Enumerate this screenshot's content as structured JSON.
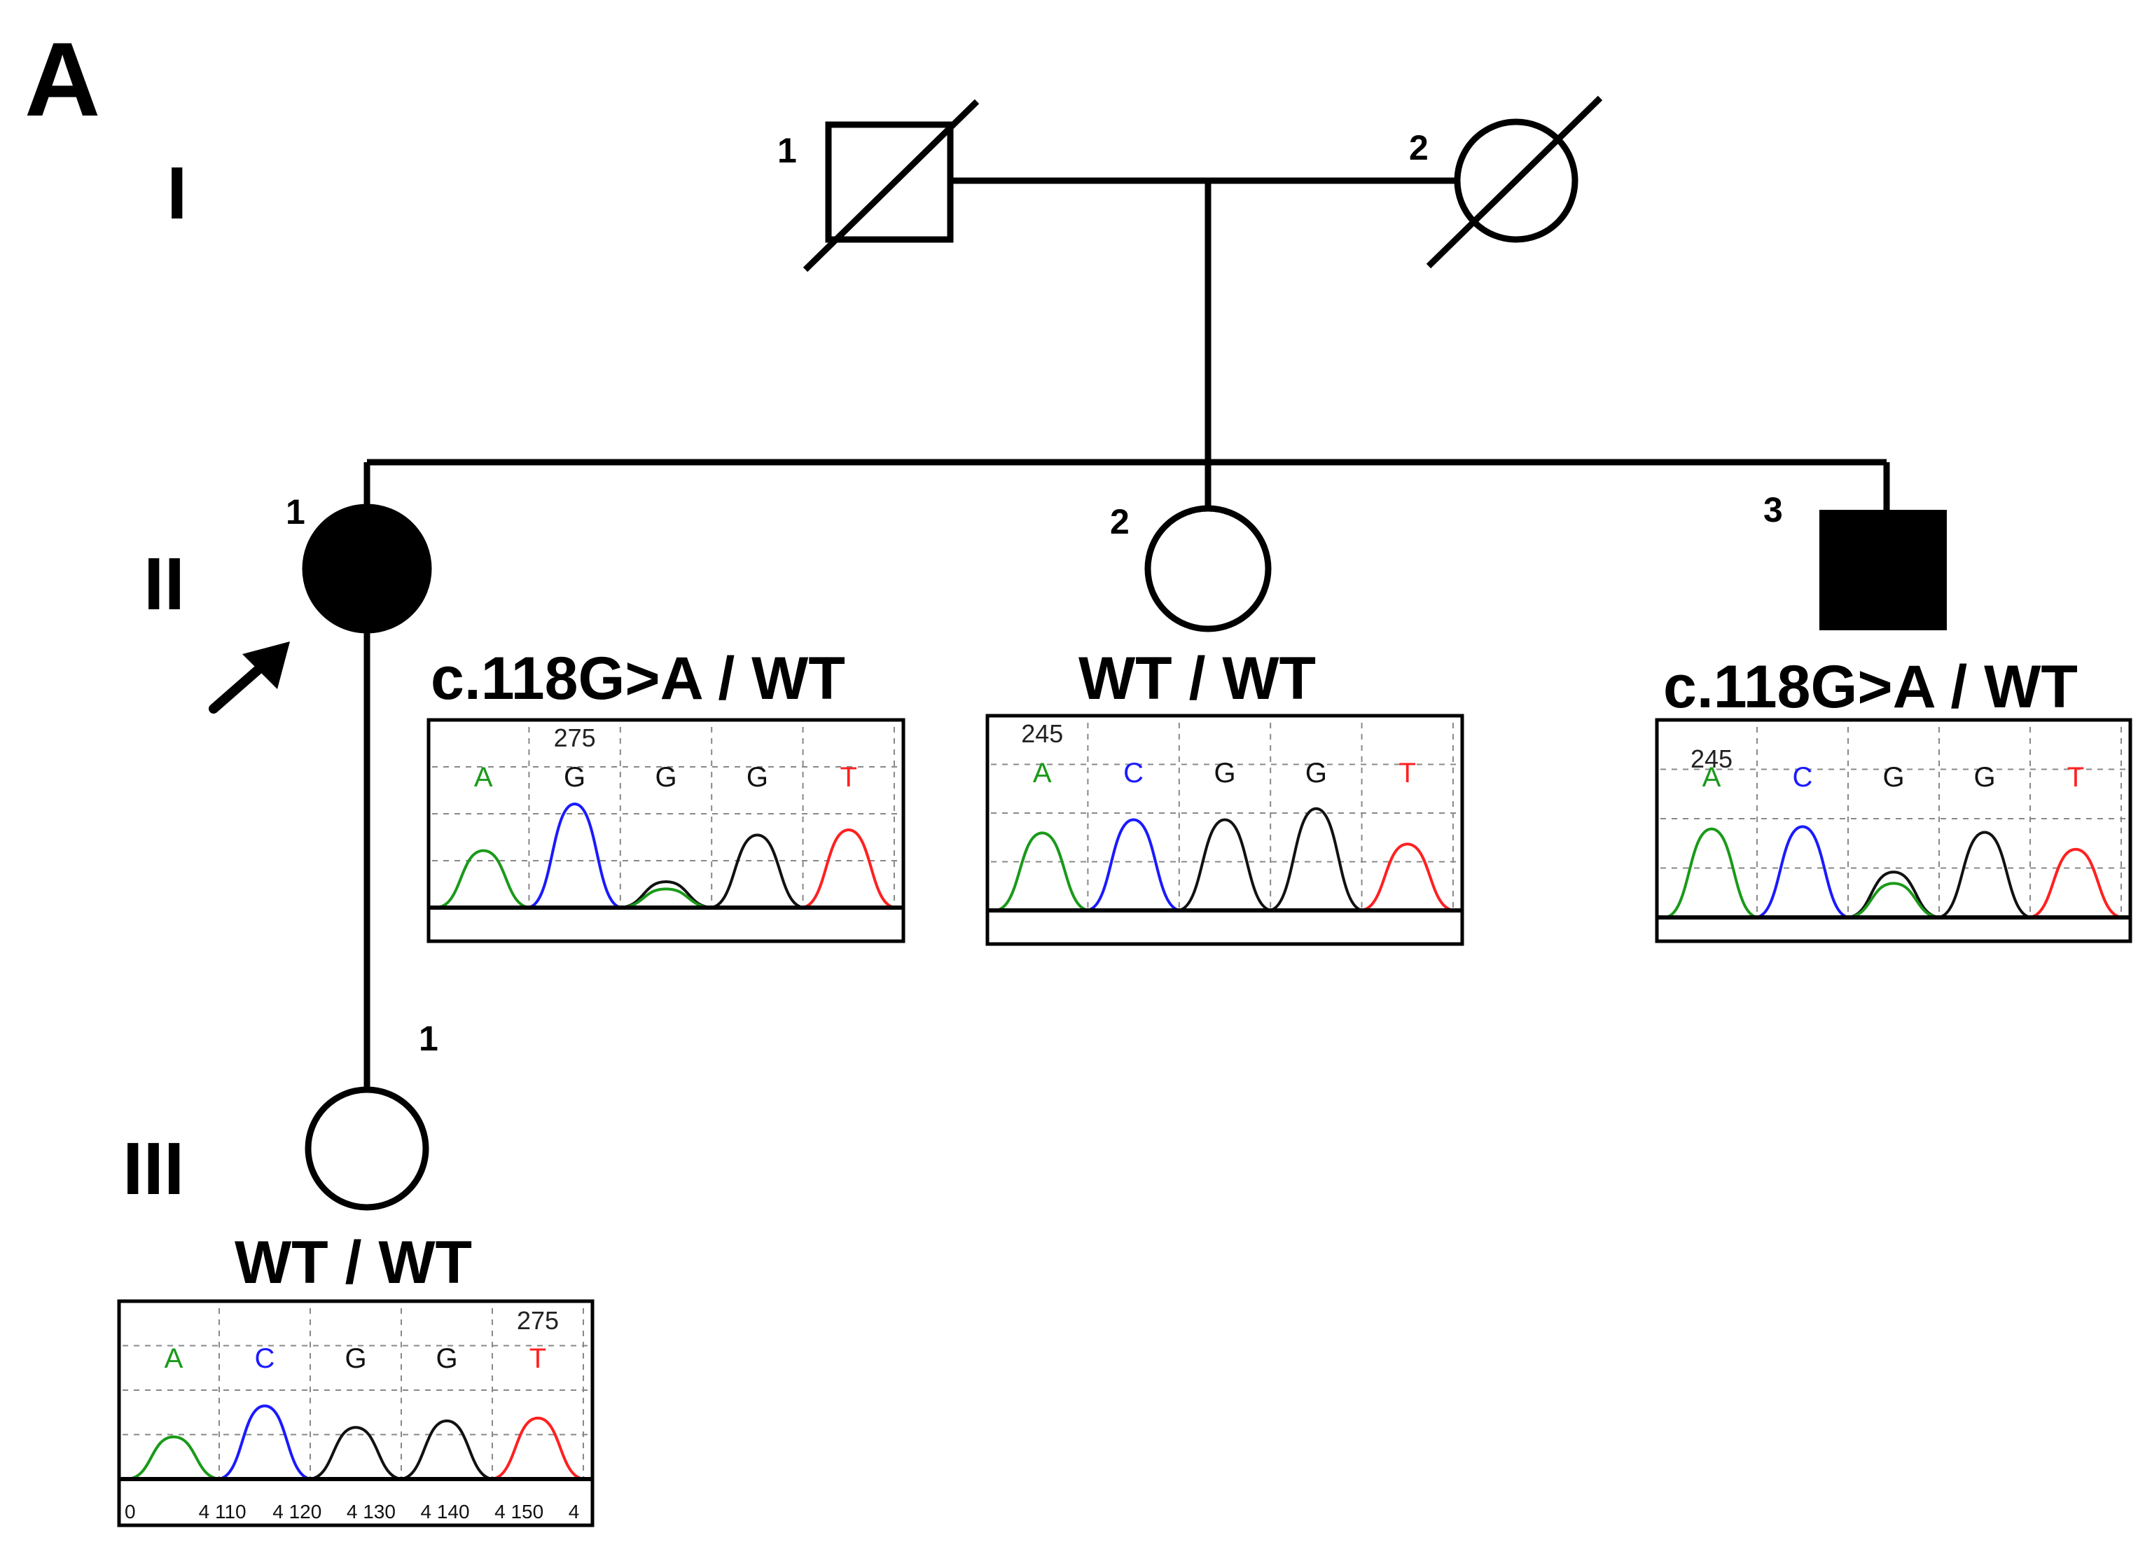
{
  "panel_label": "A",
  "generations": {
    "I": "I",
    "II": "II",
    "III": "III"
  },
  "individuals": {
    "I1": {
      "label": "1",
      "sex": "male",
      "deceased": true,
      "affected": false
    },
    "I2": {
      "label": "2",
      "sex": "female",
      "deceased": true,
      "affected": false
    },
    "II1": {
      "label": "1",
      "sex": "female",
      "affected": true,
      "proband": true
    },
    "II2": {
      "label": "2",
      "sex": "female",
      "affected": false
    },
    "II3": {
      "label": "3",
      "sex": "male",
      "affected": true
    },
    "III1": {
      "label": "1",
      "sex": "female",
      "affected": false
    }
  },
  "genotypes": {
    "II1": "c.118G>A / WT",
    "II2": "WT / WT",
    "II3": "c.118G>A / WT",
    "III1": "WT / WT"
  },
  "chromatograms": {
    "II1": {
      "bases": [
        "A",
        "G",
        "G",
        "G",
        "T"
      ],
      "position_label": "275"
    },
    "II2": {
      "bases": [
        "A",
        "C",
        "G",
        "G",
        "T"
      ],
      "position_label": "245"
    },
    "II3": {
      "bases": [
        "A",
        "C",
        "G",
        "G",
        "T"
      ],
      "position_label": "245"
    },
    "III1": {
      "bases": [
        "A",
        "C",
        "G",
        "G",
        "T"
      ],
      "position_label": "275",
      "axis_ticks": [
        "0",
        "4 110",
        "4 120",
        "4 130",
        "4 140",
        "4 150",
        "4"
      ]
    }
  },
  "colors": {
    "A": "#1a9a1a",
    "C": "#1a1aff",
    "G": "#111111",
    "T": "#ff2020",
    "affected_fill": "#000000",
    "unaffected_fill": "#ffffff"
  }
}
